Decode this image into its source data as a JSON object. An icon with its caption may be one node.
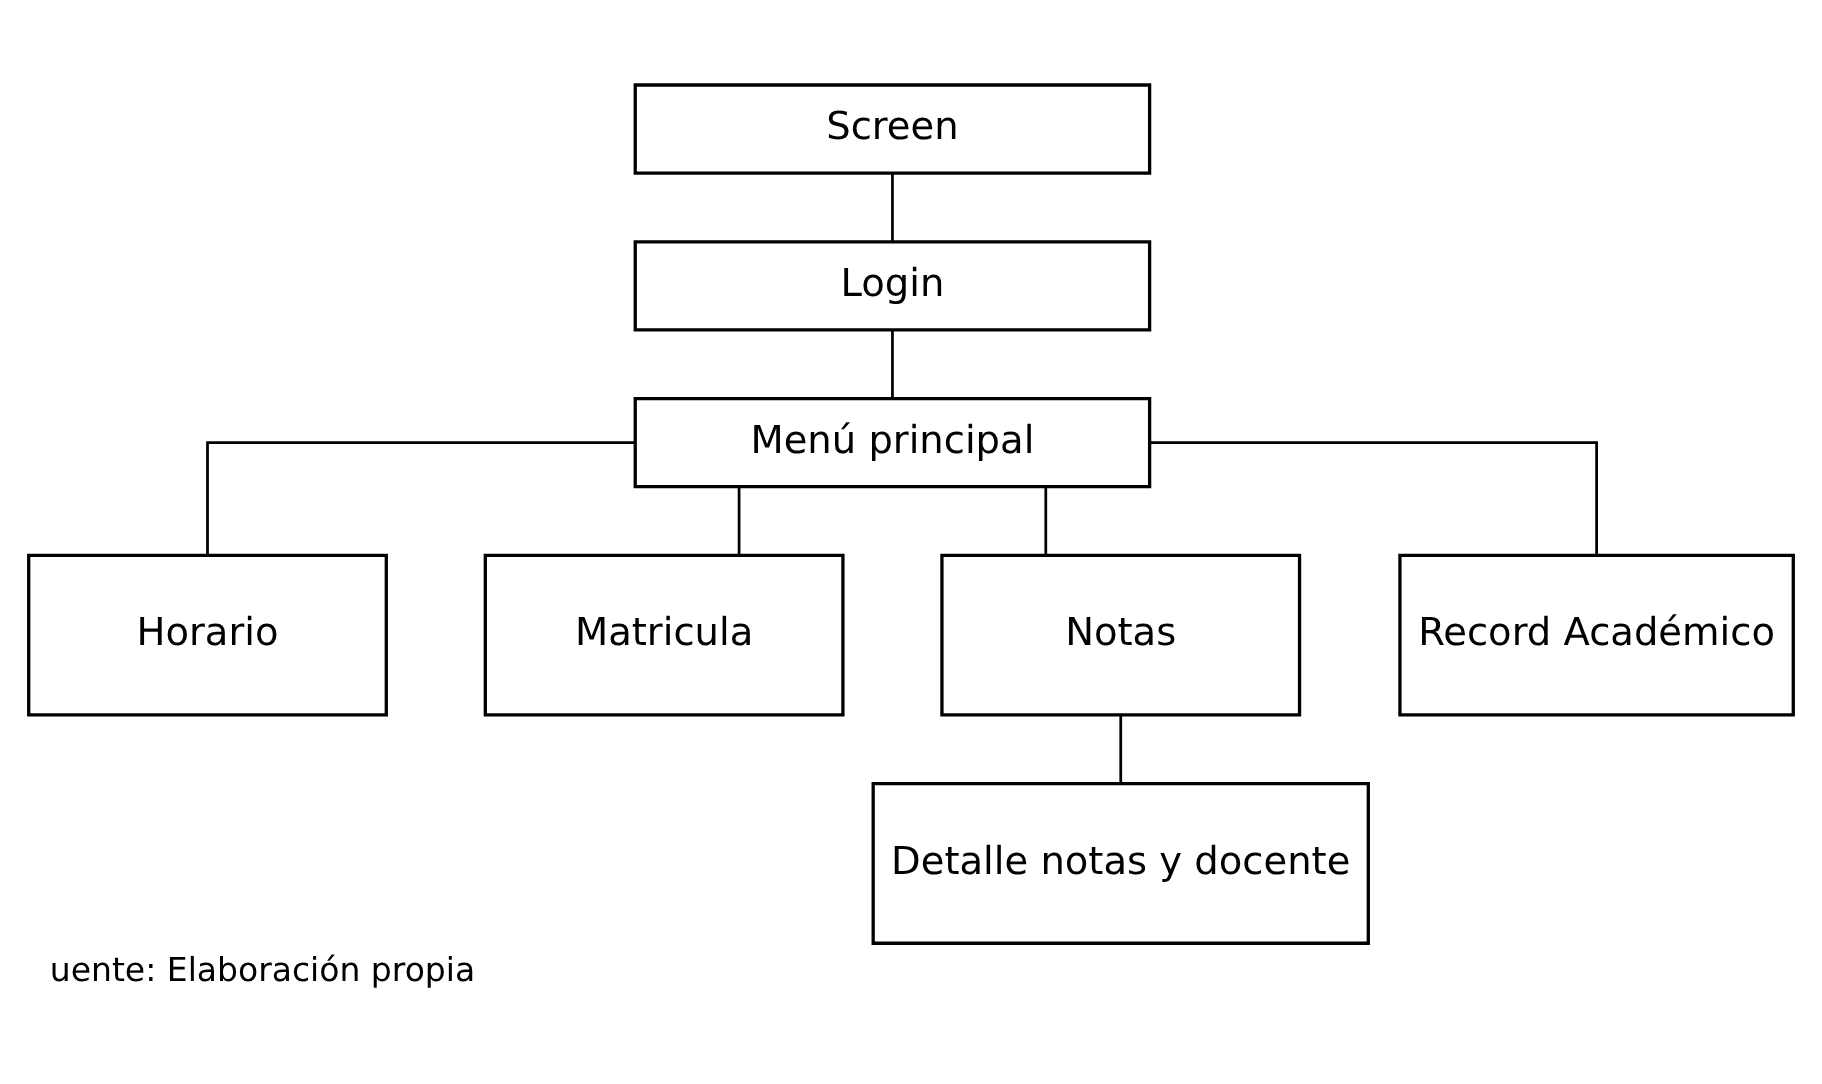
{
  "diagram": {
    "caption": "uente: Elaboración propia",
    "nodes": [
      {
        "text": [
          "Screen"
        ]
      },
      {
        "text": [
          "Login"
        ]
      },
      {
        "text": [
          "Menú principal"
        ]
      },
      {
        "text": [
          "Horario"
        ]
      },
      {
        "text": [
          "Matricula"
        ]
      },
      {
        "text": [
          "Notas"
        ]
      },
      {
        "text": [
          "Record Académico"
        ]
      },
      {
        "text": [
          "Detalle notas y docente"
        ]
      }
    ],
    "edges": [
      {
        "from": 0,
        "to": 1,
        "arrow": "none"
      },
      {
        "from": 1,
        "to": 2,
        "arrow": "none"
      },
      {
        "from": 2,
        "to": 3,
        "arrow": "none"
      },
      {
        "from": 2,
        "to": 4,
        "arrow": "none"
      },
      {
        "from": 2,
        "to": 5,
        "arrow": "none"
      },
      {
        "from": 2,
        "to": 6,
        "arrow": "none"
      },
      {
        "from": 5,
        "to": 7,
        "arrow": "none"
      }
    ]
  }
}
